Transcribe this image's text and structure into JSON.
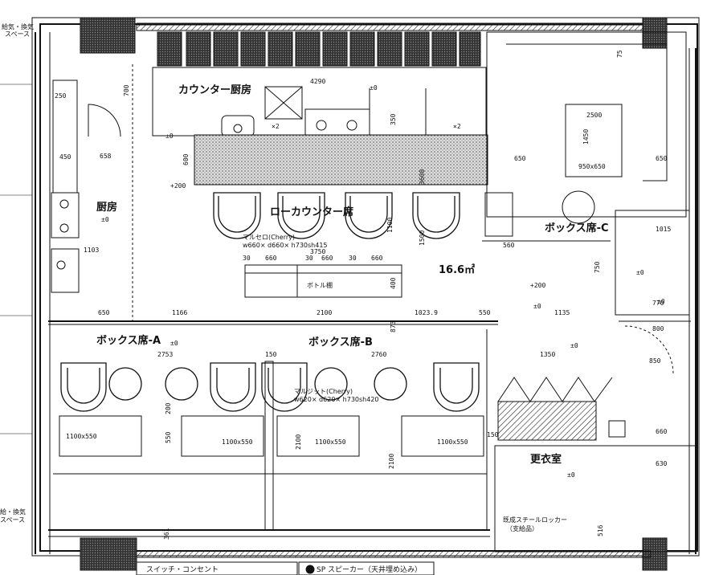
{
  "rooms": {
    "counter_kitchen": "カウンター厨房",
    "low_counter": "ローカウンター席",
    "kitchen": "厨房",
    "box_a": "ボックス席-A",
    "box_b": "ボックス席-B",
    "box_c": "ボックス席-C",
    "changing_room": "更衣室"
  },
  "levels": {
    "counter_kitchen": "±0",
    "kitchen": "±0",
    "box_a": "±0",
    "box_b": "±0",
    "box_c": "±0",
    "changing_room": "±0",
    "left_counter": "±0",
    "step_left": "+200",
    "step_right": "+200",
    "floor_center": "±0",
    "side_room": "±0"
  },
  "area": "16.6㎡",
  "labels": {
    "bottle_shelf": "ボトル棚",
    "chair_counter_name": "マルセロ(Cherry)",
    "chair_counter_size": "w660× d660× h730sh415",
    "chair_box_name": "マルジット(Cherry)",
    "chair_box_size": "w620× d620× h730sh420",
    "locker_1": "既成スチールロッカー",
    "locker_2": "（支給品）",
    "left_note_1": "給気・換気",
    "left_note_2": "スペース",
    "left_note_3": "給・換気",
    "left_note_4": "スペース",
    "legend_1": "スイッチ・コンセント",
    "legend_2": "SP スピーカー（天井埋め込み）",
    "legend_sym": "SP",
    "cat": "×2"
  },
  "tables": {
    "t1": "1100x550",
    "t2": "1100x550",
    "t3": "1100x550",
    "t4": "1100x550",
    "t5": "950x650"
  },
  "dims": {
    "d4290": "4290",
    "d700": "700",
    "d250": "250",
    "d658": "658",
    "d450": "450",
    "d600": "600",
    "d3750": "3750",
    "d660a": "660",
    "d660b": "660",
    "d660c": "660",
    "d30a": "30",
    "d30b": "30",
    "d30c": "30",
    "d1100": "1100",
    "d1500": "1500",
    "d3600": "3600",
    "d350": "350",
    "d400": "400",
    "d650a": "650",
    "d650b": "650",
    "d650c": "650",
    "d1166": "1166",
    "d2100": "2100",
    "d1023": "1023.9",
    "d550a": "550",
    "d1135": "1135",
    "d2753": "2753",
    "d2760": "2760",
    "d1350": "1350",
    "d150a": "150",
    "d150b": "150",
    "d873": "873",
    "d200": "200",
    "d550b": "550",
    "d2100b": "2100",
    "d2100c": "2100",
    "d2500": "2500",
    "d1450": "1450",
    "d1015": "1015",
    "d770": "770",
    "d800": "800",
    "d850": "850",
    "d750": "750",
    "d560": "560",
    "d516": "516",
    "d630": "630",
    "d660": "660",
    "d361": "361",
    "d1103": "1103",
    "d75": "75"
  }
}
